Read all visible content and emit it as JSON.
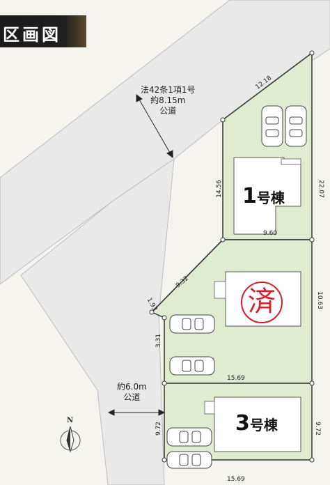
{
  "title": "区画図",
  "roads": {
    "main": {
      "line1": "法42条1項1号",
      "line2": "約8.15m",
      "line3": "公道"
    },
    "side": {
      "line1": "約6.0m",
      "line2": "公道"
    }
  },
  "buildings": {
    "b1": {
      "num": "1",
      "suffix": "号棟"
    },
    "b3": {
      "num": "3",
      "suffix": "号棟"
    }
  },
  "sold_stamp": "済",
  "compass": {
    "label": "N"
  },
  "dimensions": {
    "lot1_top": "12.18",
    "lot1_left": "14.56",
    "lot1_right": "22.07",
    "lot1_bottom": "9.60",
    "lot2_diag": "9.32",
    "lot2_corner": "1.93",
    "lot2_right": "10.63",
    "lot2_left": "3.31",
    "lot2_bottom": "15.69",
    "lot3_left": "9.72",
    "lot3_right": "9.72",
    "lot3_bottom": "15.69"
  },
  "colors": {
    "lot_fill": "#dfeccf",
    "road_fill": "#e9e9e9",
    "background": "#f6f4ee",
    "stamp": "#d81e2a"
  }
}
